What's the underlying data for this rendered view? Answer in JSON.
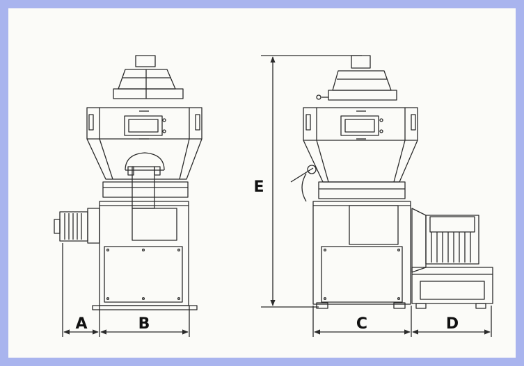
{
  "dimensions": {
    "a": "A",
    "b": "B",
    "c": "C",
    "d": "D",
    "e": "E"
  },
  "colors": {
    "background_frame": "#a9b4ee",
    "paper": "#fbfbf8",
    "line": "#2a2a2a"
  }
}
